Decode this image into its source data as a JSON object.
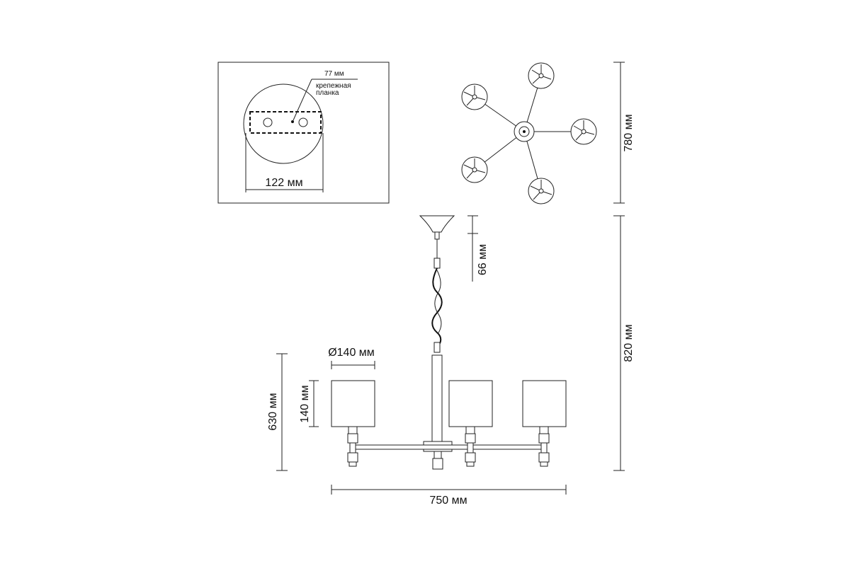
{
  "mount_plate": {
    "slot_width_label": "77 мм",
    "bar_label_line1": "крепежная",
    "bar_label_line2": "планка",
    "diameter_label": "122 мм"
  },
  "top_view": {
    "arms": 5,
    "depth_label": "780 мм"
  },
  "front_view": {
    "canopy_height_label": "66 мм",
    "total_height_label": "820 мм",
    "shade_diameter_label": "Ø140 мм",
    "shade_height_label": "140 мм",
    "min_height_label": "630 мм",
    "width_label": "750 мм"
  }
}
